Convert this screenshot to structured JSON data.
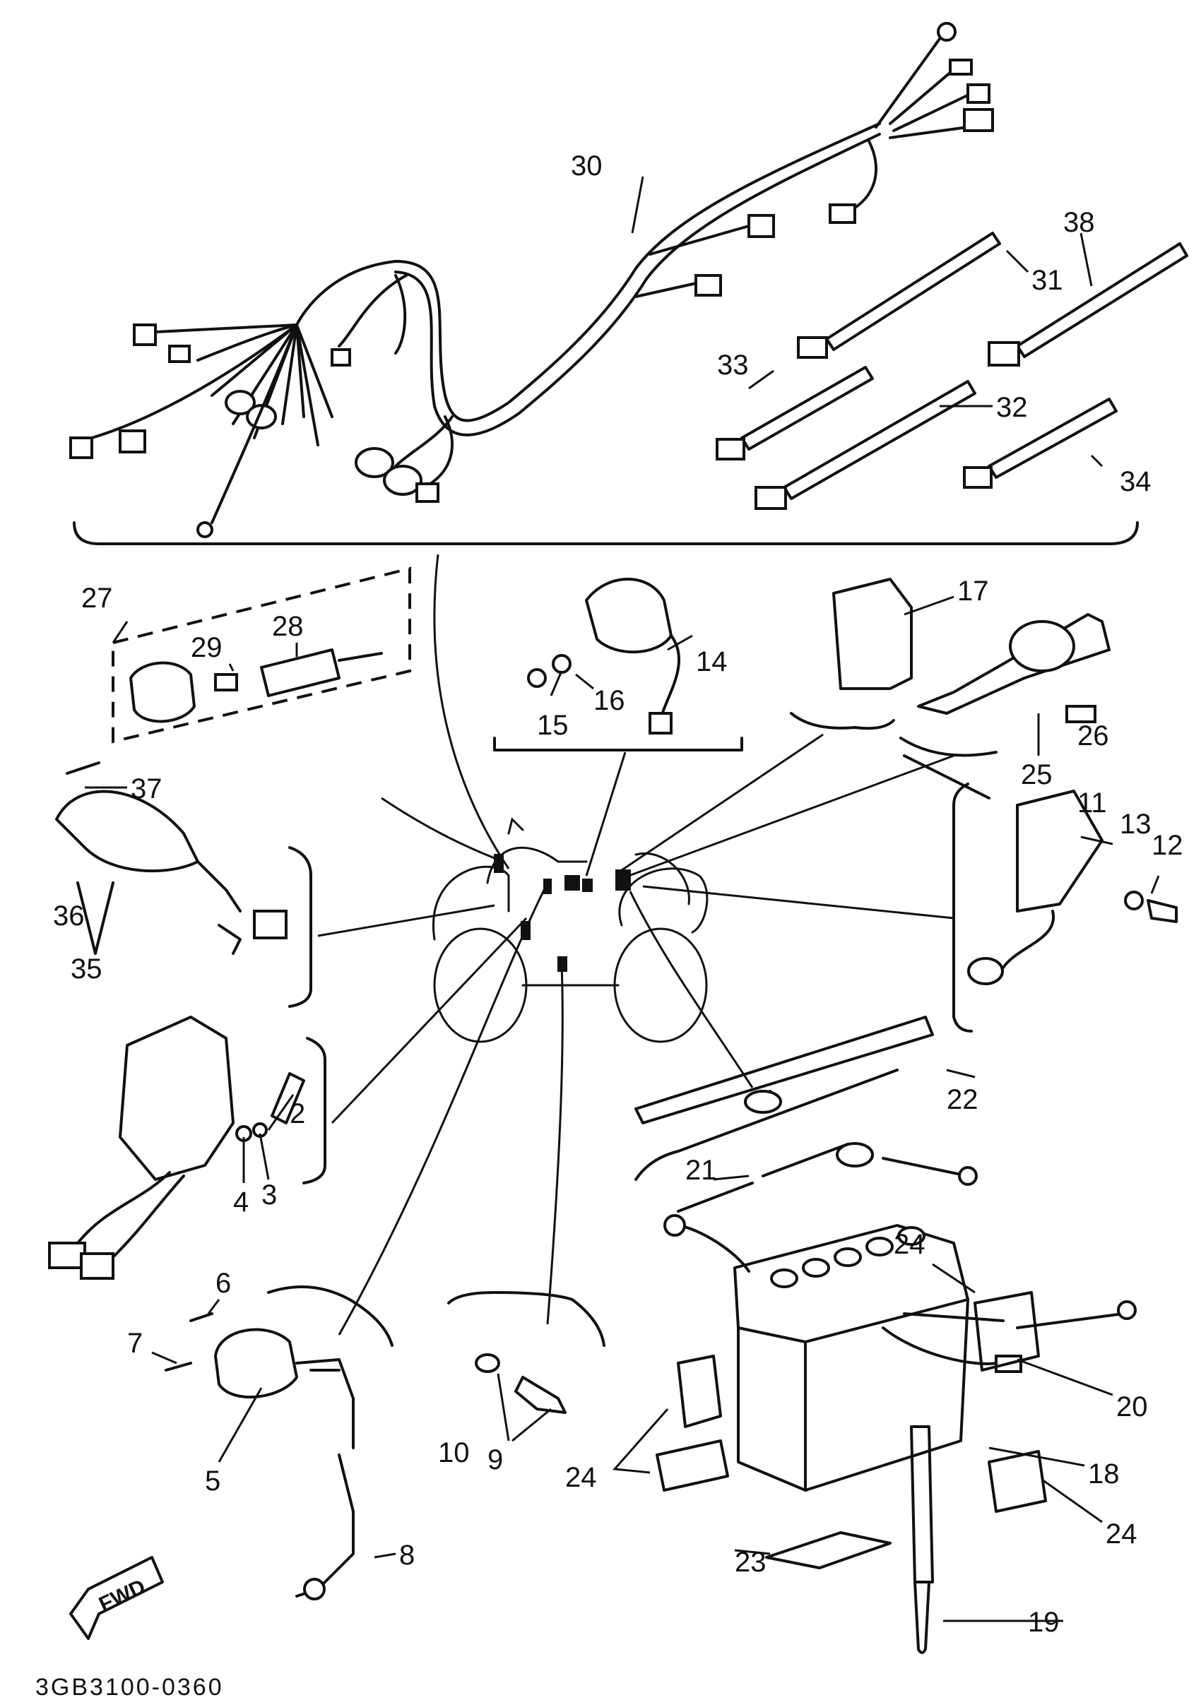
{
  "figure_code": "3GB3100-0360",
  "fwd_label": "FWD",
  "callouts": [
    {
      "id": "c2",
      "label": "2"
    },
    {
      "id": "c3",
      "label": "3"
    },
    {
      "id": "c4",
      "label": "4"
    },
    {
      "id": "c5",
      "label": "5"
    },
    {
      "id": "c6",
      "label": "6"
    },
    {
      "id": "c7",
      "label": "7"
    },
    {
      "id": "c8",
      "label": "8"
    },
    {
      "id": "c9",
      "label": "9"
    },
    {
      "id": "c10",
      "label": "10"
    },
    {
      "id": "c11",
      "label": "11"
    },
    {
      "id": "c12",
      "label": "12"
    },
    {
      "id": "c13",
      "label": "13"
    },
    {
      "id": "c14",
      "label": "14"
    },
    {
      "id": "c15",
      "label": "15"
    },
    {
      "id": "c16",
      "label": "16"
    },
    {
      "id": "c17",
      "label": "17"
    },
    {
      "id": "c18",
      "label": "18"
    },
    {
      "id": "c19",
      "label": "19"
    },
    {
      "id": "c20",
      "label": "20"
    },
    {
      "id": "c21",
      "label": "21"
    },
    {
      "id": "c22",
      "label": "22"
    },
    {
      "id": "c23",
      "label": "23"
    },
    {
      "id": "c24a",
      "label": "24"
    },
    {
      "id": "c24b",
      "label": "24"
    },
    {
      "id": "c24c",
      "label": "24"
    },
    {
      "id": "c25",
      "label": "25"
    },
    {
      "id": "c26",
      "label": "26"
    },
    {
      "id": "c27",
      "label": "27"
    },
    {
      "id": "c28",
      "label": "28"
    },
    {
      "id": "c29",
      "label": "29"
    },
    {
      "id": "c30",
      "label": "30"
    },
    {
      "id": "c31",
      "label": "31"
    },
    {
      "id": "c32",
      "label": "32"
    },
    {
      "id": "c33",
      "label": "33"
    },
    {
      "id": "c34",
      "label": "34"
    },
    {
      "id": "c35",
      "label": "35"
    },
    {
      "id": "c36",
      "label": "36"
    },
    {
      "id": "c37",
      "label": "37"
    },
    {
      "id": "c38",
      "label": "38"
    }
  ]
}
